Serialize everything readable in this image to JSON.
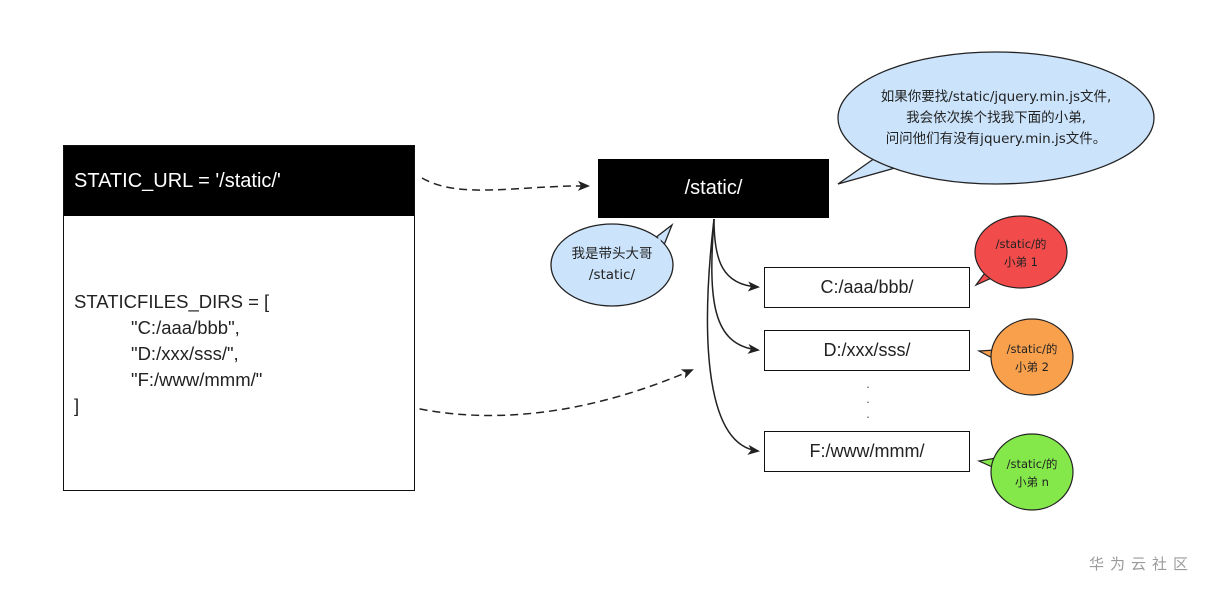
{
  "settings": {
    "static_url_line": "STATIC_URL = '/static/'",
    "staticfiles_open": "STATICFILES_DIRS = [",
    "dirs_entries": [
      "\"C:/aaa/bbb\",",
      "\"D:/xxx/sss/\",",
      "\"F:/www/mmm/\""
    ],
    "staticfiles_close": "]"
  },
  "static_node": {
    "label": "/static/"
  },
  "directories": [
    "C:/aaa/bbb/",
    "D:/xxx/sss/",
    "F:/www/mmm/"
  ],
  "ellipsis": [
    ".",
    ".",
    "."
  ],
  "speech": {
    "main": [
      "如果你要找/static/jquery.min.js文件,",
      "我会依次挨个找我下面的小弟,",
      "问问他们有没有jquery.min.js文件。"
    ],
    "leader": [
      "我是带头大哥",
      "/static/"
    ]
  },
  "minions": [
    {
      "lines": [
        "/static/的",
        "小弟 1"
      ],
      "color": "#f24b4b"
    },
    {
      "lines": [
        "/static/的",
        "小弟 2"
      ],
      "color": "#f9a04d"
    },
    {
      "lines": [
        "/static/的",
        "小弟 n"
      ],
      "color": "#84e84a"
    }
  ],
  "colors": {
    "speech_bubble": "#cbe3fb",
    "ink": "#222222"
  },
  "watermark": "华为云社区"
}
